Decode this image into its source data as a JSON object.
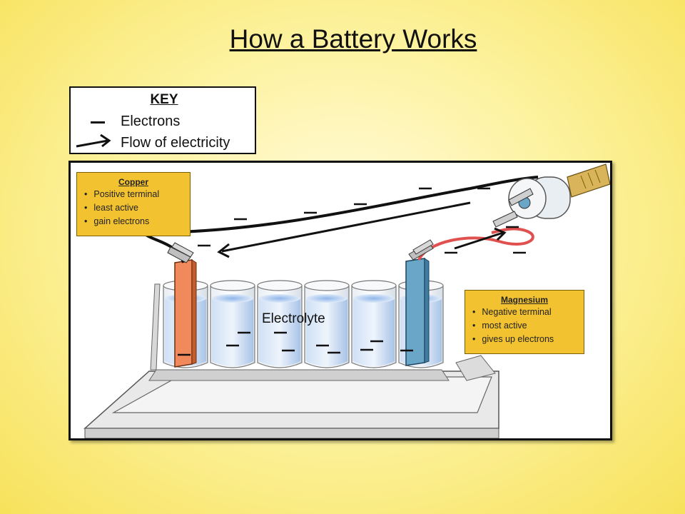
{
  "title": "How a Battery Works",
  "key": {
    "heading": "KEY",
    "electrons_label": "Electrons",
    "flow_label": "Flow of electricity"
  },
  "copper": {
    "heading": "Copper",
    "items": [
      "Positive terminal",
      "least active",
      "gain electrons"
    ]
  },
  "magnesium": {
    "heading": "Magnesium",
    "items": [
      "Negative terminal",
      "most active",
      "gives up  electrons"
    ]
  },
  "electrolyte_label": "Electrolyte",
  "colors": {
    "copper_strip": "#f08a5d",
    "magnesium_strip": "#6aa6c8",
    "callout": "#f2c230",
    "red_wire": "#e0504f",
    "black_wire": "#111111"
  }
}
